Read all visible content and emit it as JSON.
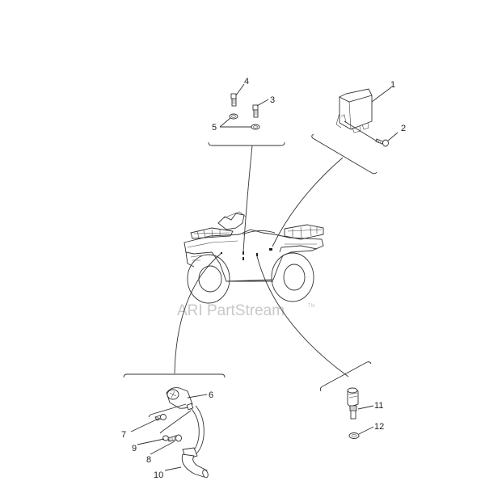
{
  "diagram": {
    "type": "exploded-parts-diagram",
    "subject": "ATV electrical sensor / component locations",
    "watermark": "ARI PartStream",
    "watermark_tm": "TM",
    "groups": [
      {
        "id": "top-center",
        "parts": [
          {
            "callout": "3",
            "description": "switch/sensor (threaded)"
          },
          {
            "callout": "4",
            "description": "switch/sensor (threaded)"
          },
          {
            "callout": "5",
            "description": "gasket washer"
          }
        ]
      },
      {
        "id": "top-right",
        "parts": [
          {
            "callout": "1",
            "description": "control unit module"
          },
          {
            "callout": "2",
            "description": "bolt"
          }
        ]
      },
      {
        "id": "bottom-left",
        "parts": [
          {
            "callout": "6",
            "description": "sensor with lead"
          },
          {
            "callout": "7",
            "description": "bolt"
          },
          {
            "callout": "8",
            "description": "bolt"
          },
          {
            "callout": "9",
            "description": "washer"
          },
          {
            "callout": "10",
            "description": "lead/hose boot"
          }
        ]
      },
      {
        "id": "bottom-right",
        "parts": [
          {
            "callout": "11",
            "description": "sensor"
          },
          {
            "callout": "12",
            "description": "gasket washer"
          }
        ]
      }
    ]
  },
  "labels": {
    "c1": "1",
    "c2": "2",
    "c3": "3",
    "c4": "4",
    "c5": "5",
    "c6": "6",
    "c7": "7",
    "c8": "8",
    "c9": "9",
    "c10": "10",
    "c11": "11",
    "c12": "12"
  }
}
